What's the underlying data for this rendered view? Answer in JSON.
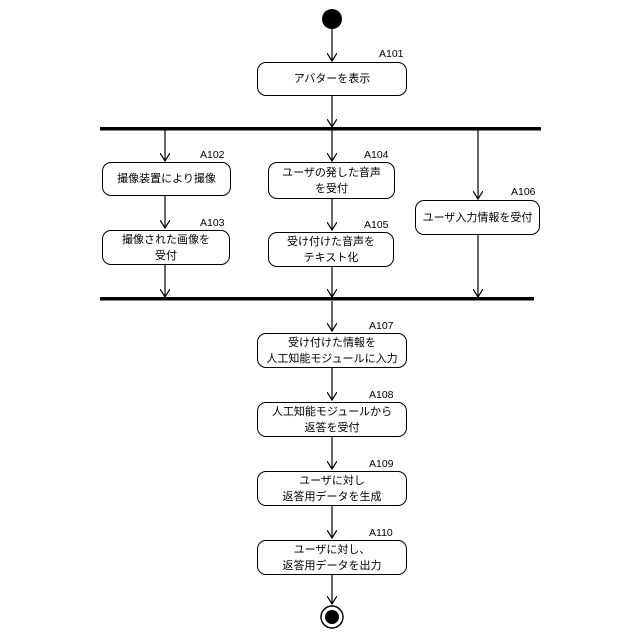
{
  "nodes": [
    {
      "id": "A101",
      "lines": [
        "アバターを表示"
      ]
    },
    {
      "id": "A102",
      "lines": [
        "撮像装置により撮像"
      ]
    },
    {
      "id": "A103",
      "lines": [
        "撮像された画像を",
        "受付"
      ]
    },
    {
      "id": "A104",
      "lines": [
        "ユーザの発した音声",
        "を受付"
      ]
    },
    {
      "id": "A105",
      "lines": [
        "受け付けた音声を",
        "テキスト化"
      ]
    },
    {
      "id": "A106",
      "lines": [
        "ユーザ入力情報を受付"
      ]
    },
    {
      "id": "A107",
      "lines": [
        "受け付けた情報を",
        "人工知能モジュールに入力"
      ]
    },
    {
      "id": "A108",
      "lines": [
        "人工知能モジュールから",
        "返答を受付"
      ]
    },
    {
      "id": "A109",
      "lines": [
        "ユーザに対し",
        "返答用データを生成"
      ]
    },
    {
      "id": "A110",
      "lines": [
        "ユーザに対し、",
        "返答用データを出力"
      ]
    }
  ]
}
